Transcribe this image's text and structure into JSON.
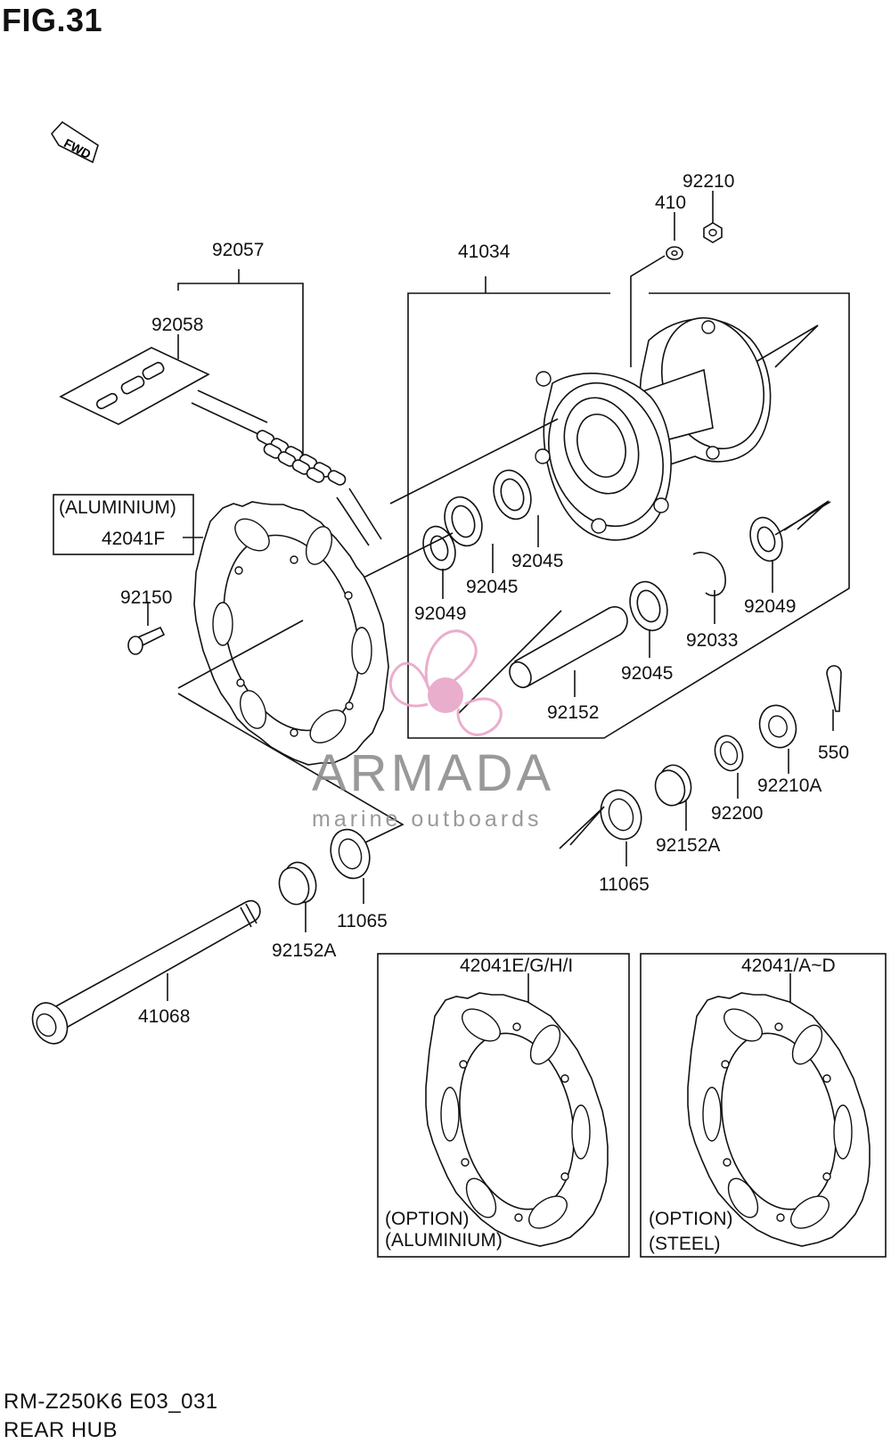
{
  "figure": {
    "title": "FIG.31"
  },
  "fwd_label": "FWD",
  "parts": {
    "p92057": "92057",
    "p92058": "92058",
    "p41034": "41034",
    "p410": "410",
    "p92210": "92210",
    "aluminium_note": "(ALUMINIUM)",
    "p42041F": "42041F",
    "p92150": "92150",
    "p92049_left": "92049",
    "p92045_a": "92045",
    "p92045_b": "92045",
    "p92045_c": "92045",
    "p92049_right": "92049",
    "p92033": "92033",
    "p92152": "92152",
    "p550": "550",
    "p92210A": "92210A",
    "p92200": "92200",
    "p92152A_right": "92152A",
    "p11065_right": "11065",
    "p11065_left": "11065",
    "p92152A_left": "92152A",
    "p41068": "41068"
  },
  "option_boxes": [
    {
      "part": "42041E/G/H/I",
      "line1": "(OPTION)",
      "line2": "(ALUMINIUM)"
    },
    {
      "part": "42041/A~D",
      "line1": "(OPTION)",
      "line2": "(STEEL)"
    }
  ],
  "watermark": {
    "brand": "ARMADA",
    "tagline": "marine outboards",
    "color": "#e8a6c8"
  },
  "footer": {
    "code": "RM-Z250K6 E03_031",
    "name": "REAR HUB"
  }
}
